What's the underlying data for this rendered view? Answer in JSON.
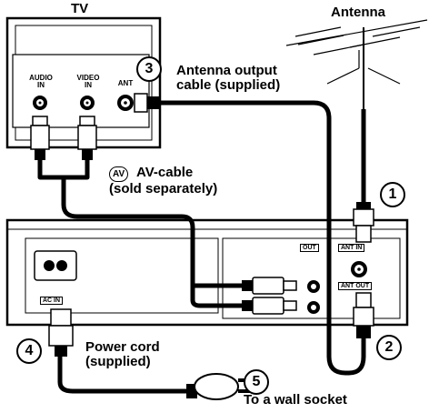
{
  "labels": {
    "tv": "TV",
    "antenna": "Antenna",
    "audio_in": [
      "AUDIO",
      "IN"
    ],
    "video_in": [
      "VIDEO",
      "IN"
    ],
    "ant": "ANT",
    "antenna_output_cable": [
      "Antenna output",
      "cable (supplied)"
    ],
    "av_badge": "AV",
    "av_cable": [
      "AV-cable",
      "(sold separately)"
    ],
    "out": "OUT",
    "ant_in": "ANT IN",
    "ant_out": "ANT OUT",
    "ac_in": "AC IN",
    "power_cord": [
      "Power cord",
      "(supplied)"
    ],
    "wall_socket": "To a wall socket"
  },
  "steps": [
    "1",
    "2",
    "3",
    "4",
    "5"
  ]
}
